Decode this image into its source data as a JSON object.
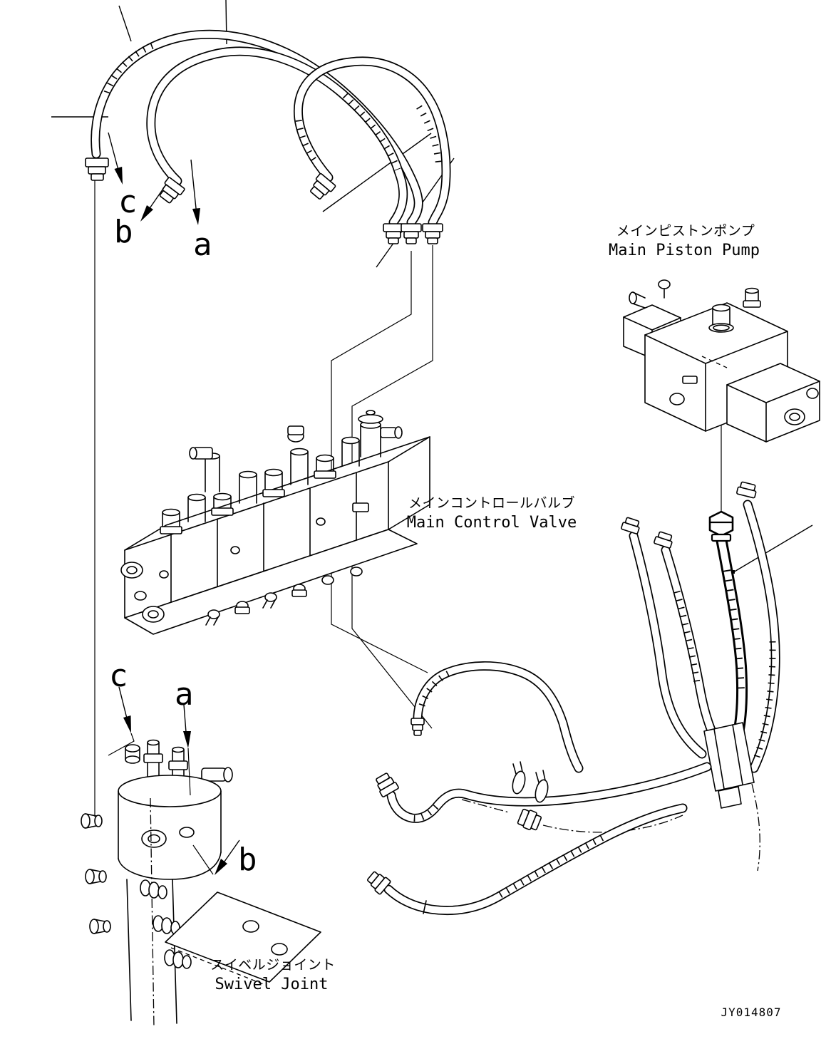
{
  "diagram": {
    "drawing_number": "JY014807",
    "colors": {
      "line": "#000000",
      "background": "#ffffff"
    },
    "components": {
      "main_piston_pump": {
        "label_jp": "メインピストンポンプ",
        "label_en": "Main Piston Pump"
      },
      "main_control_valve": {
        "label_jp": "メインコントロールバルブ",
        "label_en": "Main Control Valve"
      },
      "swivel_joint": {
        "label_jp": "スイベルジョイント",
        "label_en": "Swivel Joint"
      }
    },
    "callouts": {
      "a": "a",
      "b": "b",
      "c": "c"
    }
  }
}
